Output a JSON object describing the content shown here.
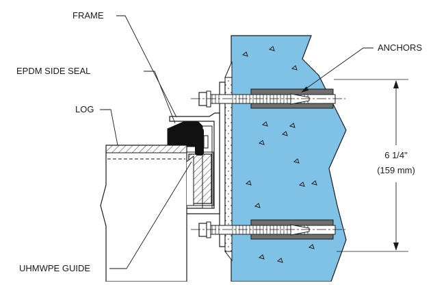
{
  "labels": {
    "frame": "FRAME",
    "epdm_side_seal": "EPDM SIDE SEAL",
    "log": "LOG",
    "uhmwpe_guide": "UHMWPE GUIDE",
    "anchors": "ANCHORS"
  },
  "dimension": {
    "imperial": "6 1/4\"",
    "metric": "(159 mm)"
  },
  "colors": {
    "concrete": "#7fc2e6",
    "line": "#1a1a1a",
    "seal": "#111111",
    "anchor_shell": "#6f6f6f",
    "hatch": "#333333"
  }
}
